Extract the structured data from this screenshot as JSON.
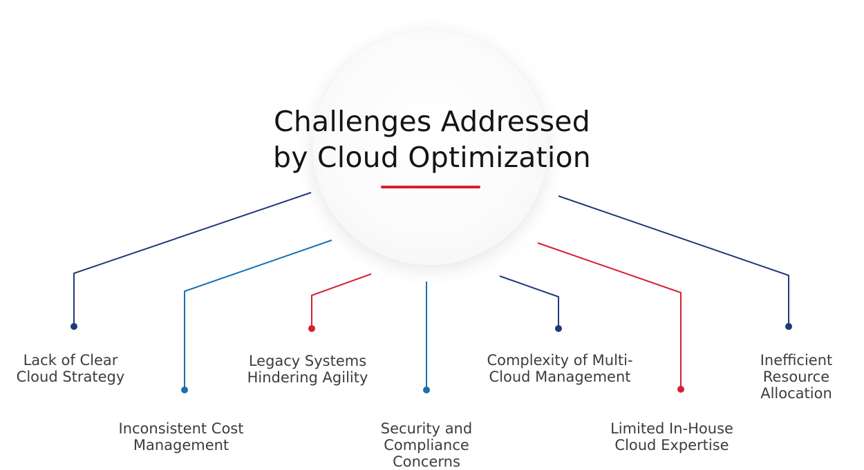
{
  "title": {
    "line1": "Challenges Addressed",
    "line2": "by Cloud Optimization",
    "underline_color": "#d42030"
  },
  "colors": {
    "navy": "#1f3a78",
    "blue": "#1a6fb0",
    "red": "#d42030"
  },
  "challenges": [
    {
      "line1": "Lack of Clear",
      "line2": "Cloud Strategy",
      "color": "navy"
    },
    {
      "line1": "Inconsistent Cost",
      "line2": "Management",
      "color": "blue"
    },
    {
      "line1": "Legacy Systems",
      "line2": "Hindering Agility",
      "color": "red"
    },
    {
      "line1": "Security and",
      "line2": "Compliance",
      "line3": "Concerns",
      "color": "blue"
    },
    {
      "line1": "Complexity of Multi-",
      "line2": "Cloud Management",
      "color": "navy"
    },
    {
      "line1": "Limited In-House",
      "line2": "Cloud Expertise",
      "color": "red"
    },
    {
      "line1": "Inefficient",
      "line2": "Resource",
      "line3": "Allocation",
      "color": "navy"
    }
  ]
}
